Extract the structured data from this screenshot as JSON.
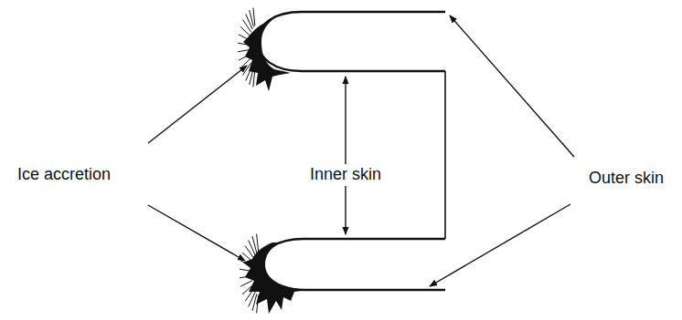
{
  "diagram": {
    "labels": [
      "Ice accretion",
      "Inner skin",
      "Outer skin"
    ]
  }
}
